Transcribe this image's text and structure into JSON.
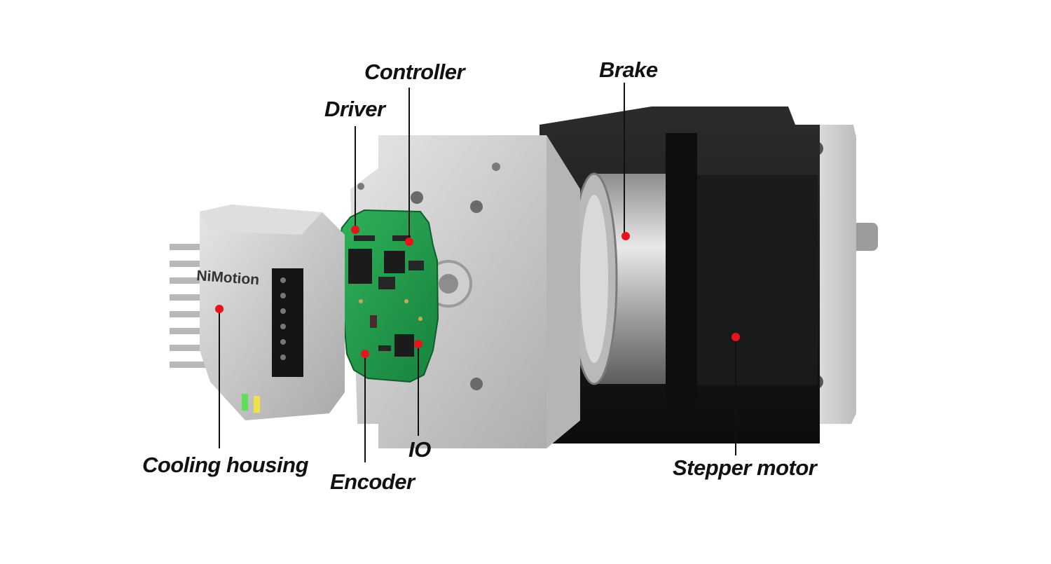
{
  "labels": {
    "controller": "Controller",
    "driver": "Driver",
    "brake": "Brake",
    "cooling_housing": "Cooling housing",
    "encoder": "Encoder",
    "io": "IO",
    "stepper_motor": "Stepper motor"
  },
  "housing_brand": "NiMotion",
  "colors": {
    "marker": "#e8141c",
    "leader_line": "#111111",
    "pcb": "#1f9a4c",
    "aluminum": "#c9c9c9",
    "motor_body": "#151515"
  }
}
